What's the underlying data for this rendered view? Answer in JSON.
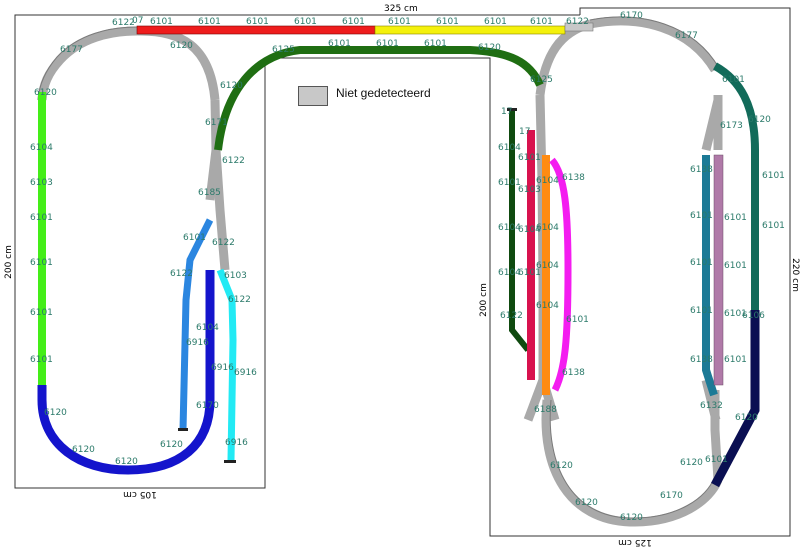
{
  "dimensions": {
    "top": "325 cm",
    "left": "200 cm",
    "inner_right": "200 cm",
    "right": "220 cm",
    "bottom_left": "105 cm",
    "bottom_right": "125 cm"
  },
  "legend": {
    "label": "Niet gedetecteerd",
    "color": "#c8c8c8"
  },
  "track_labels": {
    "top_straight": [
      "6101",
      "6101",
      "6101",
      "6101",
      "6101",
      "6101",
      "6101",
      "6101",
      "6101",
      "6122",
      "07",
      "6122"
    ],
    "top_curves": [
      "6120",
      "6125",
      "6120",
      "6170",
      "6177",
      "6177"
    ],
    "left_loop": [
      "6120",
      "6104",
      "6103",
      "6101",
      "6101",
      "6101",
      "6101",
      "6120",
      "6120",
      "6120",
      "6120"
    ],
    "left_inner": [
      "6120",
      "6171",
      "6122",
      "6185",
      "6101",
      "6122",
      "6122",
      "6104",
      "6103",
      "6122",
      "6916",
      "6916",
      "6916",
      "6170"
    ],
    "middle_yard": [
      "17",
      "17",
      "6104",
      "6101",
      "6104",
      "6104",
      "6122",
      "6101",
      "6103",
      "6104",
      "6101",
      "6104",
      "6104",
      "6104",
      "6104",
      "6138",
      "6101",
      "6138",
      "6188",
      "6120",
      "6125"
    ],
    "right_loop": [
      "6101",
      "6120",
      "6101",
      "6101",
      "6106",
      "6120",
      "6101",
      "6120",
      "6170",
      "6120",
      "6120",
      "6120"
    ],
    "right_inner": [
      "6173",
      "6138",
      "6101",
      "6101",
      "6101",
      "6138",
      "6132",
      "6101",
      "6101",
      "6101",
      "6101"
    ]
  },
  "colors": {
    "grey_track": "#c8c8c8",
    "red": "#ee1c1c",
    "yellow": "#f4f10c",
    "dark_green": "#1f6e12",
    "light_green": "#44ee18",
    "blue": "#1414cc",
    "mid_blue": "#2b86e0",
    "cyan": "#22eaf4",
    "forest": "#0f4a0f",
    "crimson": "#d8124e",
    "orange": "#ff8b12",
    "magenta": "#f41cf0",
    "teal": "#1c7a96",
    "mauve": "#b07aa8",
    "sea": "#126b5a",
    "navy": "#0a0f52"
  }
}
